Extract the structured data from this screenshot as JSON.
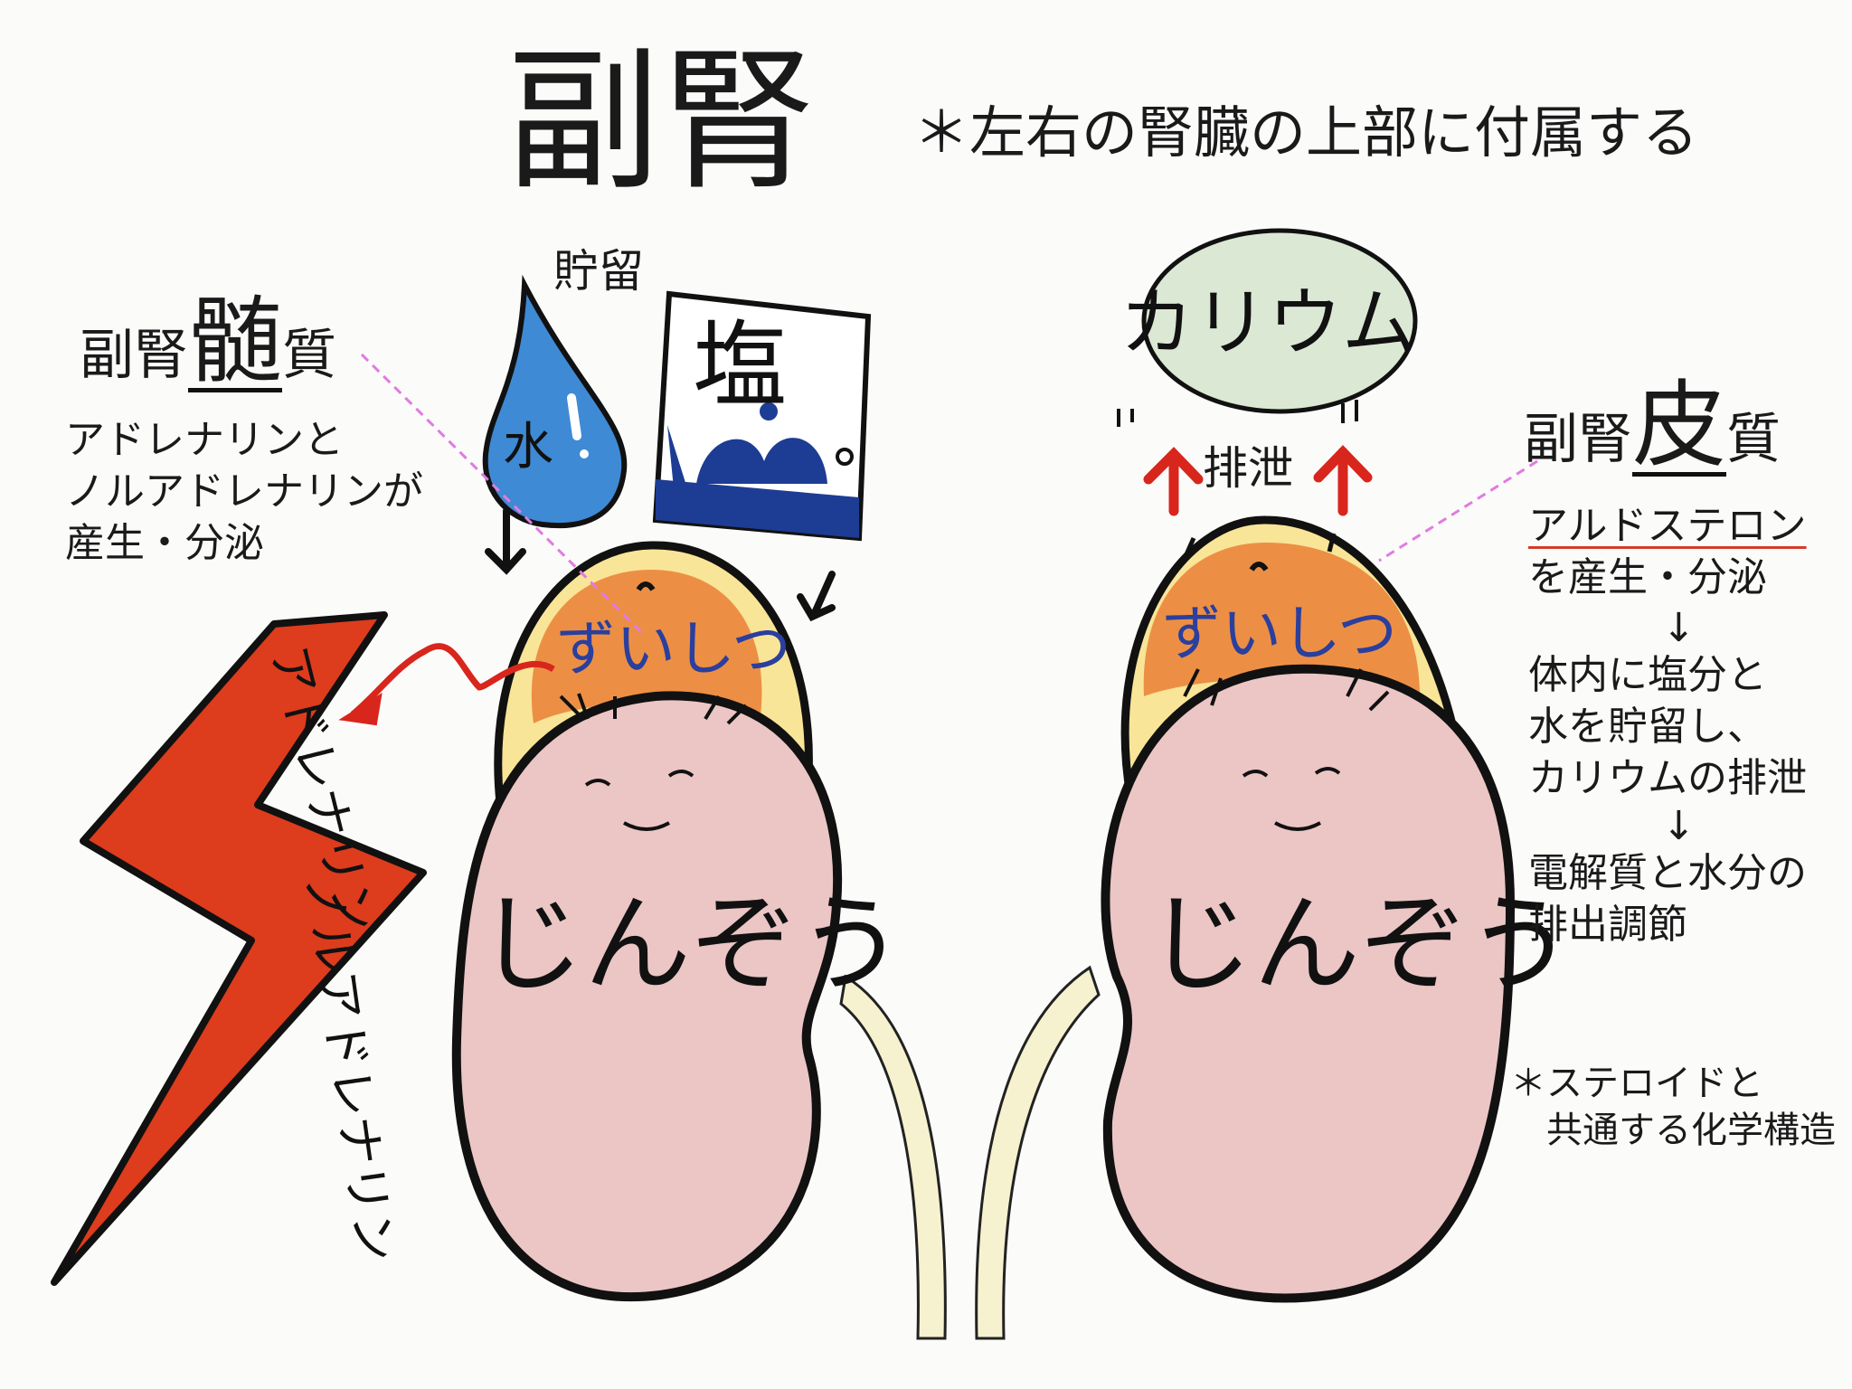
{
  "title": "副腎",
  "subtitle": "＊左右の腎臓の上部に付属する",
  "medulla": {
    "heading_prefix": "副腎",
    "heading_big": "髄",
    "heading_suffix": "質",
    "description": "アドレナリンと\nノルアドレナリンが\n産生・分泌",
    "bolt_label_1": "アドレナリン",
    "bolt_label_2": "ノルアドレナリン"
  },
  "cortex": {
    "heading_prefix": "副腎",
    "heading_big": "皮",
    "heading_suffix": "質",
    "desc_aldosterone": "アルドステロン",
    "desc_line2": "を産生・分泌",
    "arrow1": "↓",
    "desc_block2": "体内に塩分と\n水を貯留し、\nカリウムの排泄",
    "arrow2": "↓",
    "desc_block3": "電解質と水分の\n排出調節"
  },
  "steroid_note": "＊ステロイドと\n　共通する化学構造",
  "store_label": "貯留",
  "water_label": "水",
  "salt_label": "塩",
  "potassium_label": "カリウム",
  "excrete_label": "排泄",
  "gland_label_left": "ずいしつ",
  "gland_label_right": "ずいしつ",
  "kidney_label_left": "じんぞう",
  "kidney_label_right": "じんぞう",
  "colors": {
    "kidney": "#ebc6c4",
    "gland_outer": "#f9e597",
    "gland_inner": "#ec8f45",
    "bolt": "#dd3c1d",
    "water": "#3f8ad4",
    "salt_blue": "#1d3c94",
    "potassium_bubble": "#dbe8d4",
    "arrow_red": "#d8261d",
    "ureter": "#f6f1cf",
    "pink_dash": "#e07be0"
  }
}
